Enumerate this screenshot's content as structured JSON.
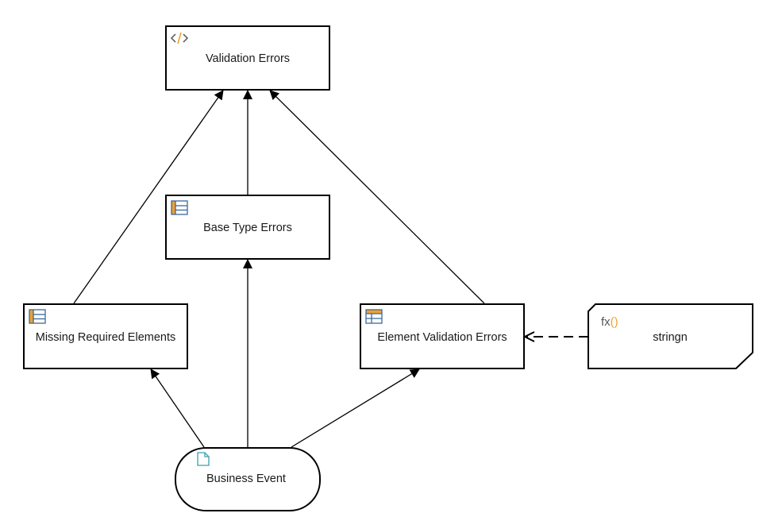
{
  "diagram": {
    "nodes": {
      "validation_errors": {
        "label": "Validation Errors",
        "icon": "code-icon"
      },
      "base_type_errors": {
        "label": "Base Type Errors",
        "icon": "list-table-icon"
      },
      "missing_required_elements": {
        "label": "Missing Required Elements",
        "icon": "list-table-icon"
      },
      "element_validation_errors": {
        "label": "Element Validation Errors",
        "icon": "grid-table-icon"
      },
      "stringn": {
        "label": "stringn",
        "icon": "function-icon",
        "icon_text": "fx()"
      },
      "business_event": {
        "label": "Business Event",
        "icon": "document-icon"
      }
    },
    "edges": [
      {
        "from": "missing_required_elements",
        "to": "validation_errors",
        "style": "solid"
      },
      {
        "from": "base_type_errors",
        "to": "validation_errors",
        "style": "solid"
      },
      {
        "from": "element_validation_errors",
        "to": "validation_errors",
        "style": "solid"
      },
      {
        "from": "business_event",
        "to": "missing_required_elements",
        "style": "solid"
      },
      {
        "from": "business_event",
        "to": "base_type_errors",
        "style": "solid"
      },
      {
        "from": "business_event",
        "to": "element_validation_errors",
        "style": "solid"
      },
      {
        "from": "stringn",
        "to": "element_validation_errors",
        "style": "dashed"
      }
    ],
    "colors": {
      "stroke": "#000000",
      "icon_orange": "#f0a030",
      "icon_blue": "#3a6a9a",
      "icon_teal": "#3aa0b0",
      "icon_gray": "#666666"
    }
  }
}
